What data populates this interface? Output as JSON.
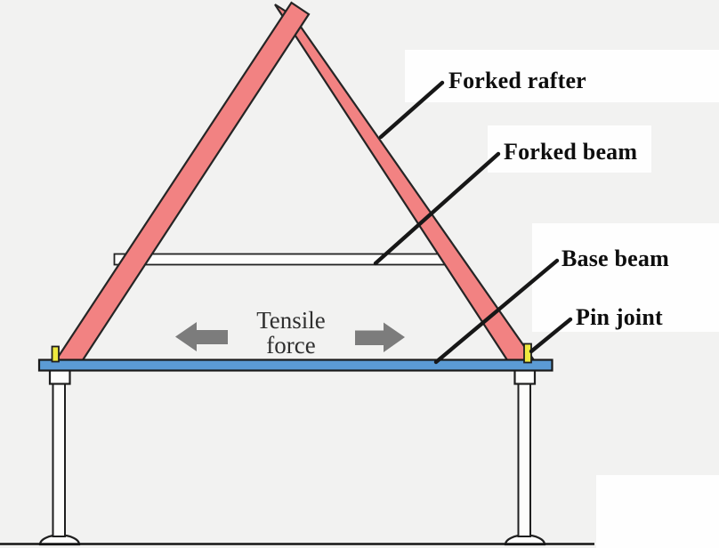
{
  "labels": {
    "forked_rafter": "Forked rafter",
    "forked_beam": "Forked beam",
    "base_beam": "Base beam",
    "pin_joint": "Pin joint",
    "tensile_line1": "Tensile",
    "tensile_line2": "force"
  },
  "colors": {
    "background": "#F2F2F1",
    "label_backdrop": "#FEFEFE",
    "rafter_fill": "#F28282",
    "base_beam_fill": "#5B9BD5",
    "pin_fill": "#EFE93F",
    "member_fill": "#FDFDFC",
    "arrow_fill": "#7C7C7C",
    "outline": "#1F1F1F"
  }
}
